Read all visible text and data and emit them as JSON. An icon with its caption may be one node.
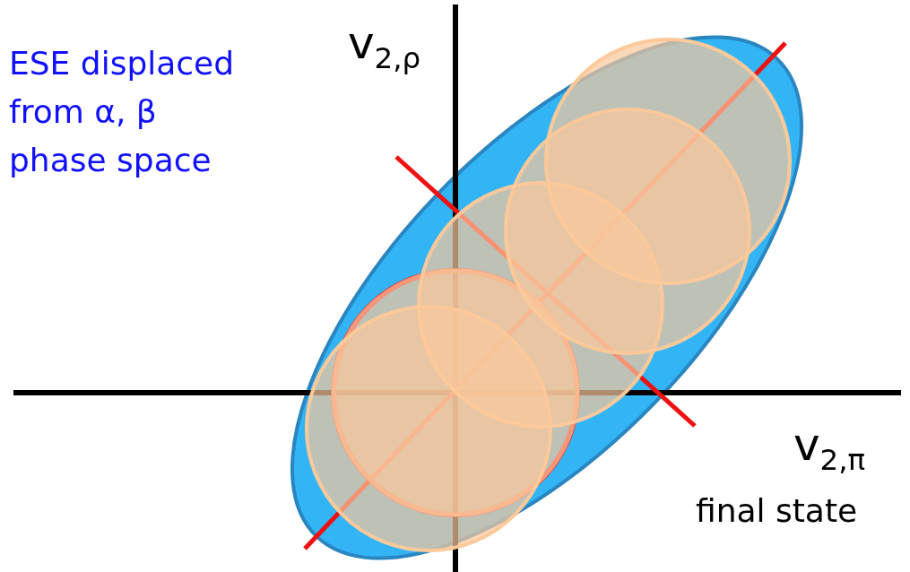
{
  "diagram": {
    "labels": [
      "ESE displaced from α, β phase space",
      "v$_{2,ρ}$",
      "v$_{2,π}$",
      "final state"
    ]
  }
}
